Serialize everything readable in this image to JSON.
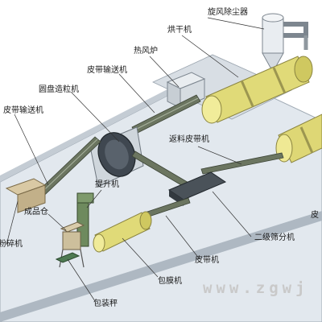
{
  "labels": {
    "cyclone": "旋风除尘器",
    "dryer": "烘干机",
    "hot_air_furnace": "热风炉",
    "belt_conveyor_top": "皮带输送机",
    "disc_granulator": "圆盘造粒机",
    "belt_conveyor_left": "皮带输送机",
    "return_belt": "返料皮带机",
    "elevator": "提升机",
    "product_bin": "成品仓",
    "crusher": "粉碎机",
    "belt_conveyor_bottom": "皮带机",
    "secondary_screen": "二级筛分机",
    "coating_machine": "包膜机",
    "packing_scale": "包装秤",
    "cooler": "皮"
  },
  "watermark": "www.zgwj"
}
